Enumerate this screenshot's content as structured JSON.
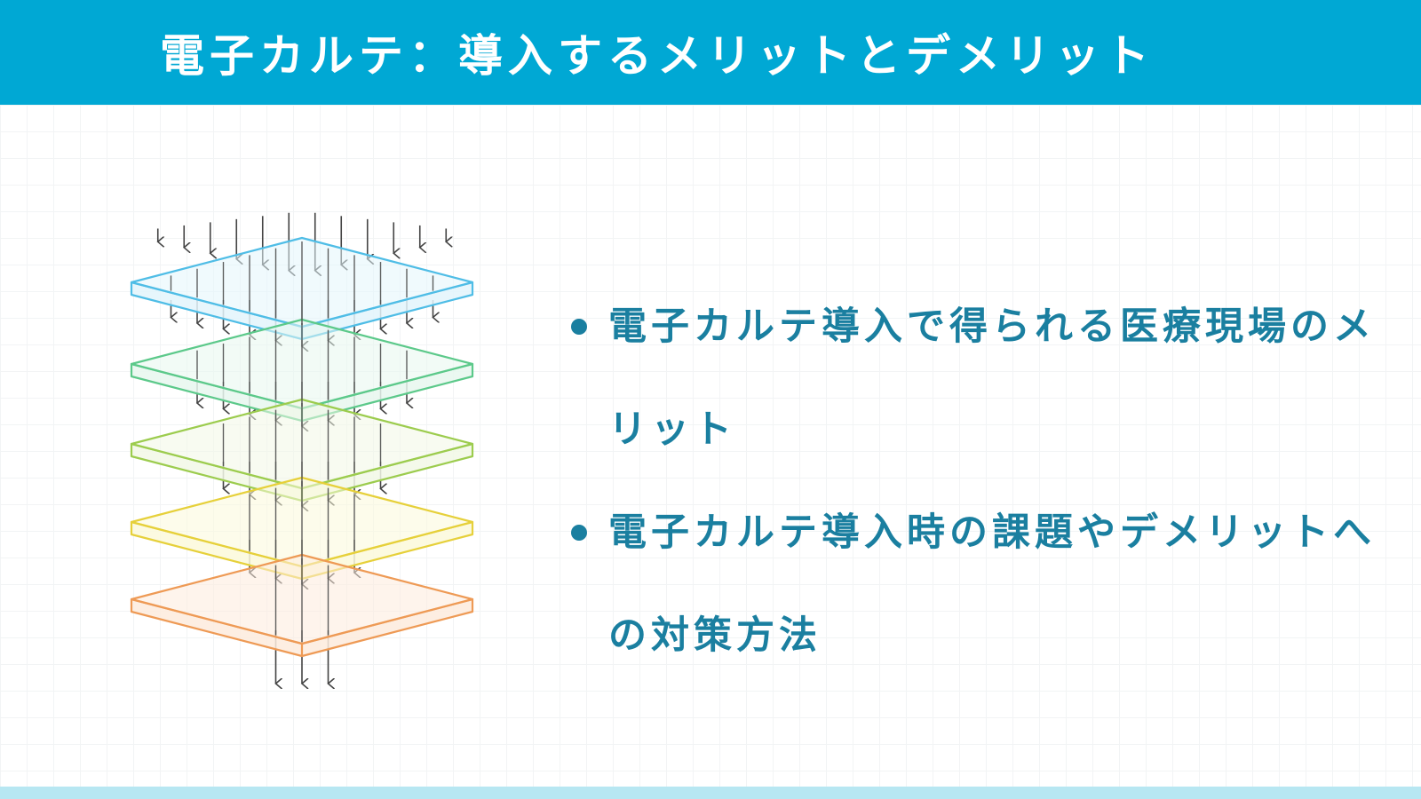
{
  "header": {
    "title": "電子カルテ：導入するメリットとデメリット",
    "bg_color": "#00a8d4"
  },
  "footer": {
    "bar_color": "#b7e7f2"
  },
  "colors": {
    "text_accent": "#1a7fa0",
    "bullet_dot": "#1a7fa0"
  },
  "diagram": {
    "icon": "stacked-filter-layers-with-arrows",
    "layers": [
      {
        "name": "layer-blue",
        "stroke": "#4fbde6",
        "fill": "#e3f5fc"
      },
      {
        "name": "layer-green",
        "stroke": "#5cc98a",
        "fill": "#e8f7ee"
      },
      {
        "name": "layer-lime",
        "stroke": "#9ccc4e",
        "fill": "#f2f8e6"
      },
      {
        "name": "layer-yellow",
        "stroke": "#e6d03a",
        "fill": "#fcf9da"
      },
      {
        "name": "layer-orange",
        "stroke": "#ee9a55",
        "fill": "#fdebdd"
      }
    ],
    "arrow_counts": [
      12,
      11,
      9,
      7,
      5,
      3
    ],
    "arrow_color": "#444444"
  },
  "bullets": [
    {
      "text": "電子カルテ導入で得られる医療現場のメリット"
    },
    {
      "text": "電子カルテ導入時の課題やデメリットへの対策方法"
    }
  ]
}
